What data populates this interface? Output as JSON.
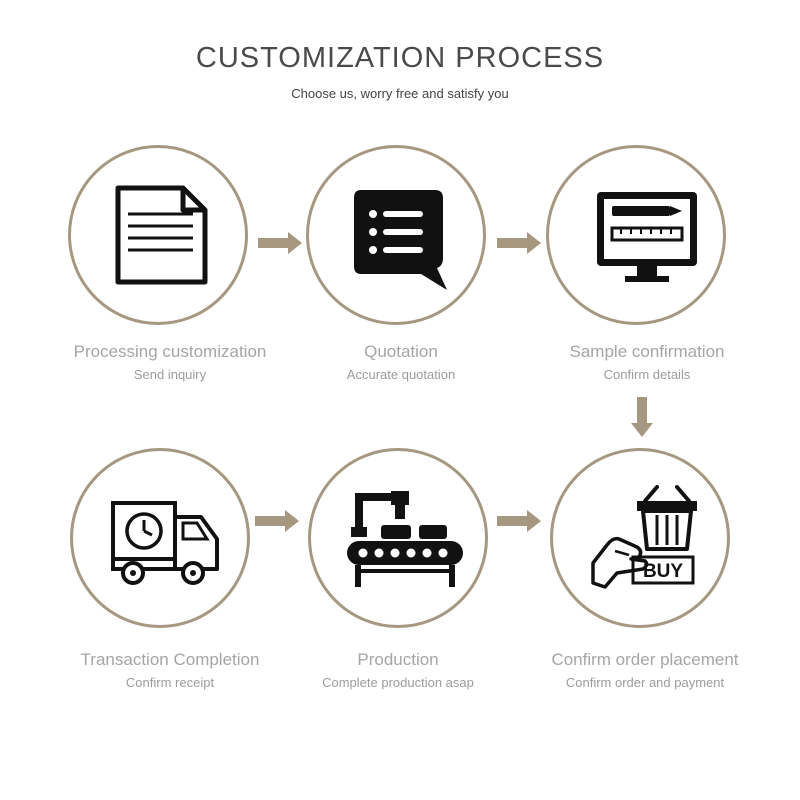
{
  "header": {
    "title": "CUSTOMIZATION PROCESS",
    "subtitle": "Choose us, worry free and satisfy you"
  },
  "colors": {
    "circle_border": "#a69780",
    "arrow": "#a69780",
    "icon": "#111111",
    "label": "#a5a5a5"
  },
  "steps": [
    {
      "title": "Processing customization",
      "subtitle": "Send inquiry",
      "icon": "document-icon"
    },
    {
      "title": "Quotation",
      "subtitle": "Accurate quotation",
      "icon": "chat-bubble-icon"
    },
    {
      "title": "Sample confirmation",
      "subtitle": "Confirm details",
      "icon": "monitor-icon"
    },
    {
      "title": "Confirm order placement",
      "subtitle": "Confirm order and payment",
      "icon": "buy-basket-icon",
      "badge": "BUY"
    },
    {
      "title": "Production",
      "subtitle": "Complete production asap",
      "icon": "conveyor-icon"
    },
    {
      "title": "Transaction Completion",
      "subtitle": "Confirm receipt",
      "icon": "delivery-truck-icon"
    }
  ]
}
